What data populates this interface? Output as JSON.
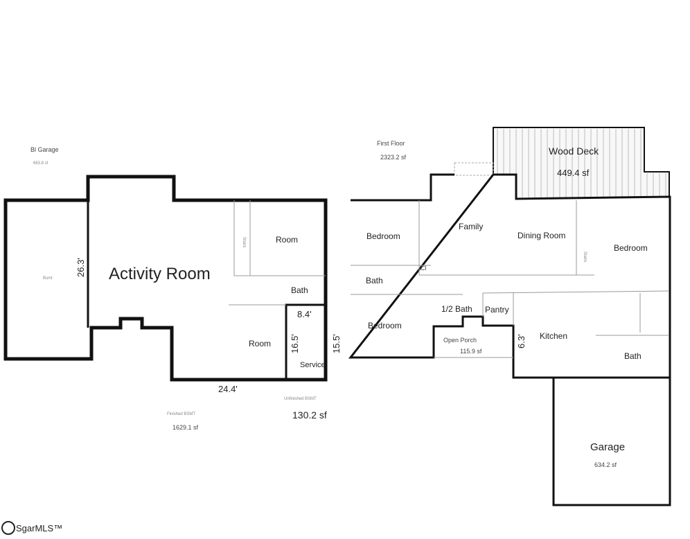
{
  "basement": {
    "garage_label": "Bl Garage",
    "garage_area": "663.8 sf",
    "garage_room": "Bsmt",
    "activity_room": "Activity Room",
    "room_upper": "Room",
    "room_lower": "Room",
    "bath": "Bath",
    "stairs": "Stairs",
    "service": "Service",
    "dim_height": "26.3'",
    "dim_bottom": "24.4'",
    "dim_service_width": "8.4'",
    "dim_service_height": "16.5'",
    "dim_right": "15.5'",
    "finished_label": "Finished BSMT",
    "finished_area": "1629.1 sf",
    "unfinished_label": "Unfinished BSMT",
    "unfinished_area": "130.2 sf"
  },
  "first_floor": {
    "label": "First Floor",
    "area": "2323.2 sf",
    "deck_label": "Wood Deck",
    "deck_area": "449.4 sf",
    "family": "Family",
    "dining": "Dining Room",
    "bedroom_nw": "Bedroom",
    "bedroom_sw": "Bedroom",
    "bedroom_e": "Bedroom",
    "bath_w": "Bath",
    "half_bath": "1/2 Bath",
    "pantry": "Pantry",
    "kitchen": "Kitchen",
    "bath_e": "Bath",
    "porch_label": "Open Porch",
    "porch_area": "115.9 sf",
    "closet": "Cl",
    "stairs": "Stairs",
    "dim_kitchen": "6.3'",
    "garage_label": "Garage",
    "garage_area": "634.2 sf"
  },
  "branding": {
    "logo_text": "SgarMLS™"
  }
}
